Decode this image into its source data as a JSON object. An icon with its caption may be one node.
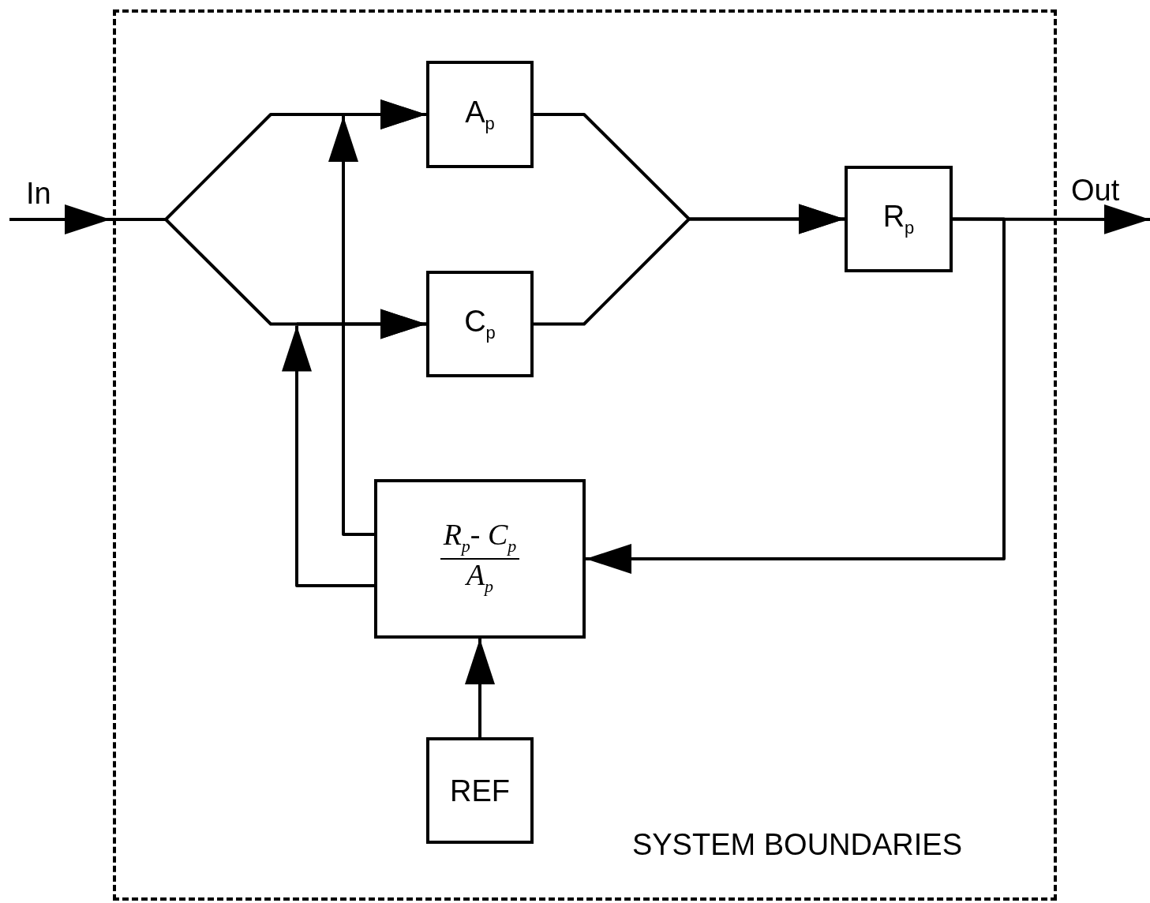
{
  "diagram": {
    "nodes": [
      {
        "text": [
          "SYSTEM BOUNDARIES"
        ]
      },
      {
        "text": [
          "A$_{p}$"
        ],
        "in": 0
      },
      {
        "text": [
          "C$_{p}$"
        ],
        "in": 0
      },
      {
        "text": [
          "R$_{p}$"
        ],
        "in": 0
      },
      {
        "text": [
          "R$_{p}$- C$_{p}$",
          "A$_{p}$"
        ],
        "in": 0
      },
      {
        "text": [
          "REF"
        ],
        "in": 0
      }
    ],
    "edges": [
      {
        "from": null,
        "to": 1,
        "arrow": "to"
      },
      {
        "from": null,
        "to": 2,
        "arrow": "to"
      },
      {
        "from": 1,
        "to": 3,
        "arrow": "to"
      },
      {
        "from": 2,
        "to": 3,
        "arrow": "to"
      },
      {
        "from": 3,
        "to": null,
        "arrow": "to"
      },
      {
        "from": 3,
        "to": 4,
        "arrow": "to"
      },
      {
        "from": 4,
        "to": 1,
        "arrow": "to"
      },
      {
        "from": 4,
        "to": 2,
        "arrow": "to"
      },
      {
        "from": 5,
        "to": 4,
        "arrow": "to"
      }
    ],
    "labels": [
      "In",
      "Out"
    ]
  }
}
